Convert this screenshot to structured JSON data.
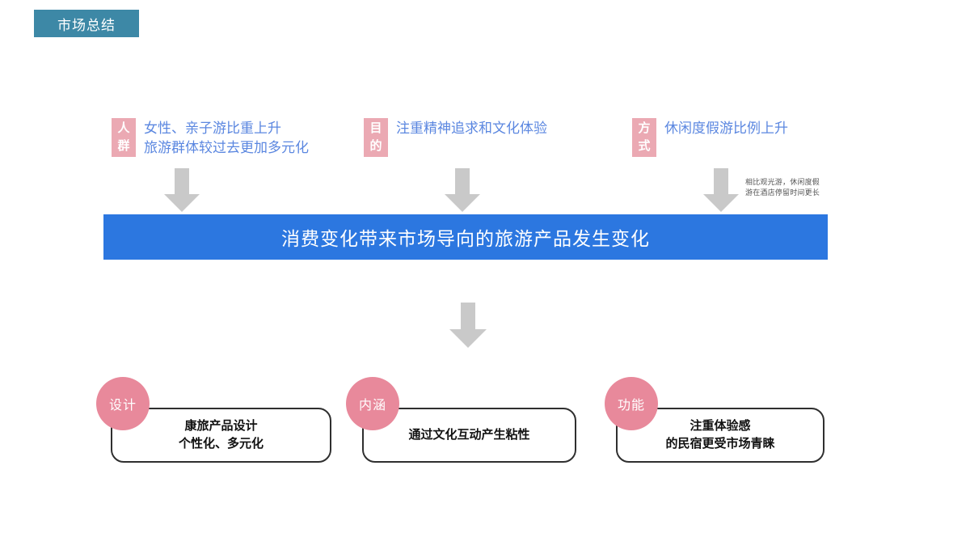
{
  "header": {
    "tag_label": "市场总结",
    "tag_color": "#3d88a6"
  },
  "colors": {
    "badge_pink": "#eba9b3",
    "circle_pink": "#e8899b",
    "banner_blue": "#2c77e0",
    "factor_text_blue": "#5b87e0",
    "arrow_gray": "#c9c9c9"
  },
  "factors": [
    {
      "badge_line1": "人",
      "badge_line2": "群",
      "text": "女性、亲子游比重上升\n旅游群体较过去更加多元化"
    },
    {
      "badge_line1": "目",
      "badge_line2": "的",
      "text": "注重精神追求和文化体验"
    },
    {
      "badge_line1": "方",
      "badge_line2": "式",
      "text": "休闲度假游比例上升"
    }
  ],
  "note": {
    "text": "相比观光游，休闲度假\n游在酒店停留时间更长"
  },
  "banner": {
    "text": "消费变化带来市场导向的旅游产品发生变化"
  },
  "outcomes": [
    {
      "circle_label": "设计",
      "box_text": "康旅产品设计\n个性化、多元化"
    },
    {
      "circle_label": "内涵",
      "box_text": "通过文化互动产生粘性"
    },
    {
      "circle_label": "功能",
      "box_text": "注重体验感\n的民宿更受市场青睐"
    }
  ]
}
